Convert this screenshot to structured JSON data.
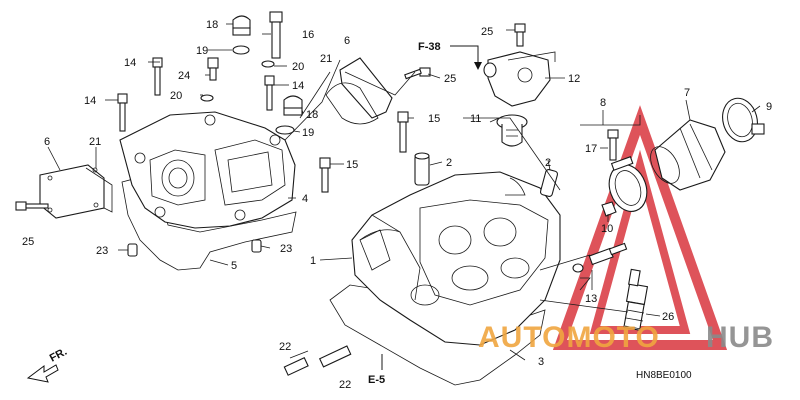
{
  "diagram": {
    "callouts": [
      "1",
      "2",
      "2",
      "3",
      "4",
      "5",
      "6",
      "6",
      "7",
      "8",
      "9",
      "10",
      "11",
      "12",
      "13",
      "14",
      "14",
      "14",
      "14",
      "15",
      "15",
      "16",
      "17",
      "18",
      "18",
      "19",
      "19",
      "20",
      "20",
      "21",
      "21",
      "22",
      "22",
      "23",
      "23",
      "24",
      "25",
      "25",
      "25",
      "26"
    ],
    "references": [
      "F-38",
      "E-5"
    ],
    "direction_label": "FR.",
    "diagram_code": "HN8BE0100"
  },
  "watermark": {
    "word_part1": "AUTOMOTO",
    "word_part2": "HUB",
    "color_primary": "#d9363e",
    "color_orange": "#f0a640",
    "color_gray": "#8a8a8a"
  }
}
